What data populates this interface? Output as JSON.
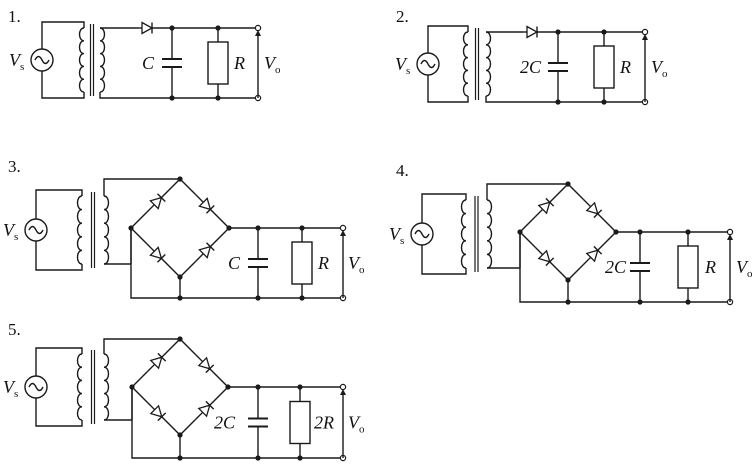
{
  "circuits": [
    {
      "number": "1.",
      "source": "V",
      "source_sub": "s",
      "cap": "C",
      "res": "R",
      "out": "V",
      "out_sub": "o",
      "rectifier": "half-wave"
    },
    {
      "number": "2.",
      "source": "V",
      "source_sub": "s",
      "cap": "2C",
      "res": "R",
      "out": "V",
      "out_sub": "o",
      "rectifier": "half-wave"
    },
    {
      "number": "3.",
      "source": "V",
      "source_sub": "s",
      "cap": "C",
      "res": "R",
      "out": "V",
      "out_sub": "o",
      "rectifier": "bridge"
    },
    {
      "number": "4.",
      "source": "V",
      "source_sub": "s",
      "cap": "2C",
      "res": "R",
      "out": "V",
      "out_sub": "o",
      "rectifier": "bridge"
    },
    {
      "number": "5.",
      "source": "V",
      "source_sub": "s",
      "cap": "2C",
      "res": "2R",
      "out": "V",
      "out_sub": "o",
      "rectifier": "bridge"
    }
  ]
}
